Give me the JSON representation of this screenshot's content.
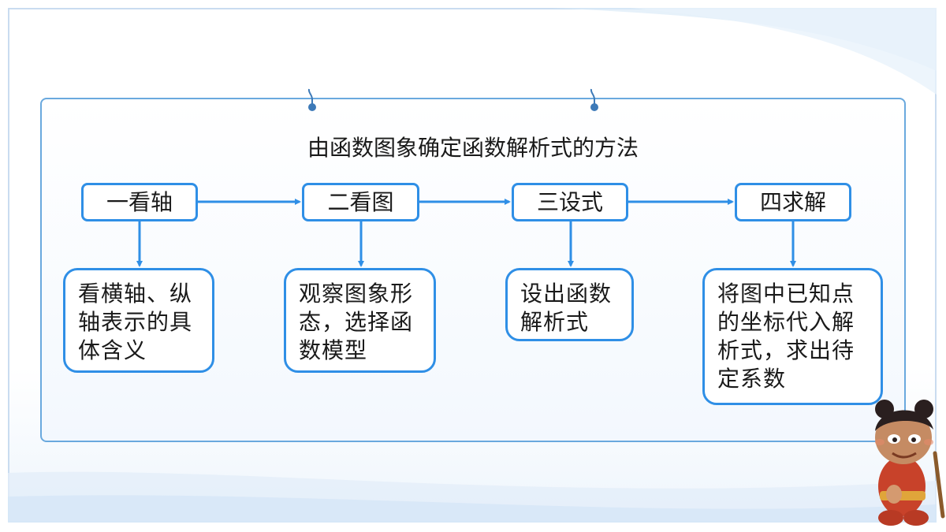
{
  "title": "由函数图象确定函数解析式的方法",
  "steps": [
    {
      "label": "一看轴",
      "detail": "看横轴、纵轴表示的具体含义"
    },
    {
      "label": "二看图",
      "detail": "观察图象形态，选择函数模型"
    },
    {
      "label": "三设式",
      "detail": "设出函数解析式"
    },
    {
      "label": "四求解",
      "detail": "将图中已知点的坐标代入解析式，求出待定系数"
    }
  ],
  "colors": {
    "accent": "#2f8fe6",
    "panel_border": "#6aa9de",
    "text": "#1a1a1a"
  }
}
